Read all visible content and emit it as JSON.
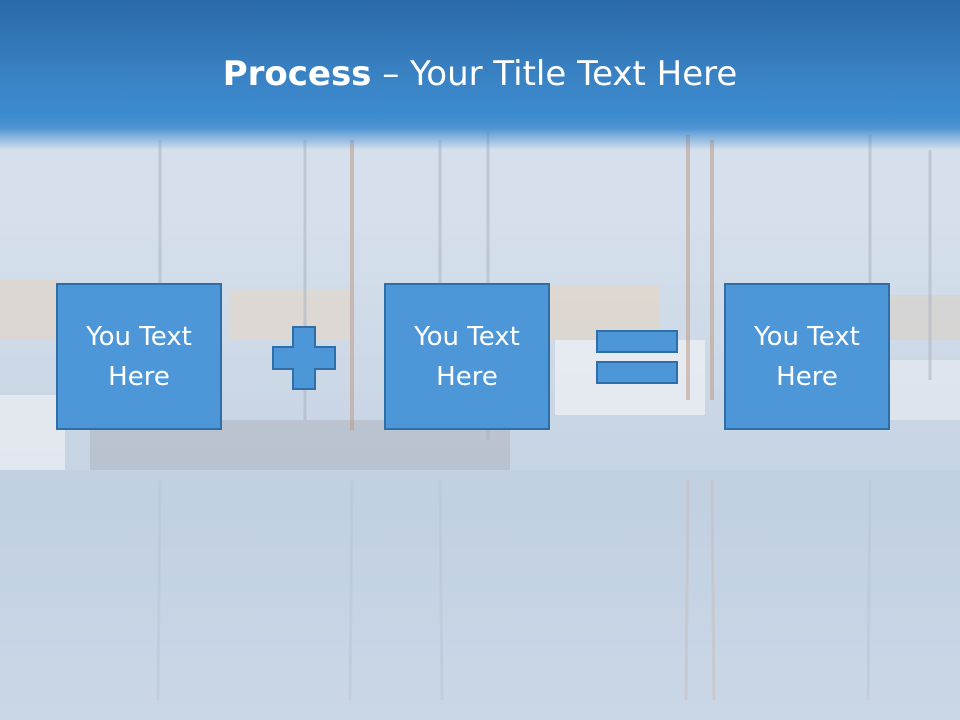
{
  "slide": {
    "title_bold": "Process",
    "title_rest": " – Your Title Text Here"
  },
  "steps": [
    {
      "text": "You Text Here"
    },
    {
      "text": "You Text Here"
    },
    {
      "text": "You Text Here"
    }
  ],
  "operators": [
    {
      "icon": "plus-icon"
    },
    {
      "icon": "equals-icon"
    }
  ],
  "colors": {
    "title_band": "#3a84c6",
    "box_fill": "#4d97d9",
    "box_border": "#2f6ea6",
    "text": "#ffffff"
  }
}
